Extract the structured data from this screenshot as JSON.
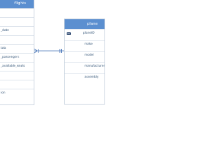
{
  "diagram": {
    "tables": [
      {
        "id": "flights",
        "name": "flights",
        "fields": [
          {
            "label": "",
            "key": false
          },
          {
            "label": "",
            "key": false
          },
          {
            "label": "_date",
            "key": false
          },
          {
            "label": "",
            "key": false
          },
          {
            "label": "tats",
            "key": false
          },
          {
            "label": "_passengers",
            "key": false
          },
          {
            "label": "_available_seats",
            "key": false
          },
          {
            "label": "",
            "key": false
          },
          {
            "label": "",
            "key": false
          },
          {
            "label": "ion",
            "key": false
          }
        ]
      },
      {
        "id": "planes",
        "name": "plane",
        "fields": [
          {
            "label": "planeID",
            "key": true,
            "key_badge": "PK"
          },
          {
            "label": "make",
            "key": false
          },
          {
            "label": "model",
            "key": false
          },
          {
            "label": "manufacturer",
            "key": false
          },
          {
            "label": "assembly",
            "key": false
          }
        ]
      }
    ],
    "relationship": {
      "from_table": "flights",
      "to_table": "planes",
      "from_end": "many",
      "to_end": "one"
    },
    "colors": {
      "header_bg": "#5b8fd0",
      "header_text": "#ffffff",
      "field_text": "#2d4f73",
      "border": "#c8d3df",
      "connector": "#3f6fb5",
      "pk_badge": "#2f4a72"
    }
  }
}
